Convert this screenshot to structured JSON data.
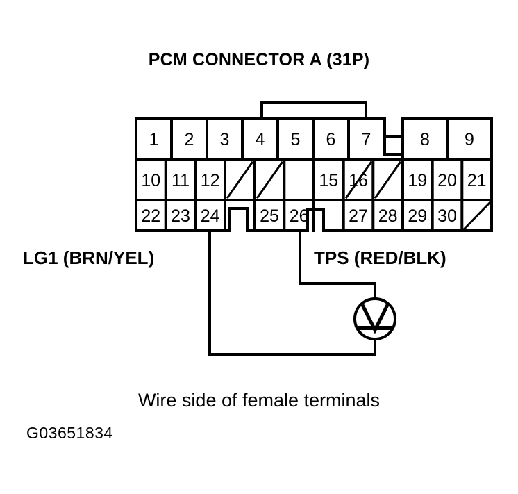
{
  "title": "PCM CONNECTOR A (31P)",
  "caption": "Wire side of female terminals",
  "figure_id": "G03651834",
  "colors": {
    "ink": "#000000",
    "background": "#ffffff"
  },
  "labels": {
    "left_wire": "LG1 (BRN/YEL)",
    "right_wire": "TPS (RED/BLK)"
  },
  "meter": {
    "symbol": "V",
    "name": "voltmeter"
  },
  "connector": {
    "name": "PCM Connector A",
    "pin_count": "31P",
    "rows": [
      {
        "row": 1,
        "cells": [
          {
            "label": "1",
            "type": "pin"
          },
          {
            "label": "2",
            "type": "pin"
          },
          {
            "label": "3",
            "type": "pin"
          },
          {
            "label": "4",
            "type": "pin"
          },
          {
            "label": "5",
            "type": "pin"
          },
          {
            "label": "6",
            "type": "pin"
          },
          {
            "label": "7",
            "type": "pin"
          },
          {
            "label": "",
            "type": "notch"
          },
          {
            "label": "8",
            "type": "pin"
          },
          {
            "label": "9",
            "type": "pin"
          }
        ]
      },
      {
        "row": 2,
        "cells": [
          {
            "label": "10",
            "type": "pin"
          },
          {
            "label": "11",
            "type": "pin"
          },
          {
            "label": "12",
            "type": "pin"
          },
          {
            "label": "",
            "type": "blank"
          },
          {
            "label": "",
            "type": "blank"
          },
          {
            "label": "15",
            "type": "pin"
          },
          {
            "label": "16",
            "type": "pin"
          },
          {
            "label": "",
            "type": "blank"
          },
          {
            "label": "",
            "type": "blank"
          },
          {
            "label": "19",
            "type": "pin"
          },
          {
            "label": "20",
            "type": "pin"
          },
          {
            "label": "21",
            "type": "pin"
          }
        ]
      },
      {
        "row": 3,
        "cells": [
          {
            "label": "22",
            "type": "pin"
          },
          {
            "label": "23",
            "type": "pin"
          },
          {
            "label": "24",
            "type": "pin"
          },
          {
            "label": "",
            "type": "notch"
          },
          {
            "label": "25",
            "type": "pin"
          },
          {
            "label": "26",
            "type": "pin"
          },
          {
            "label": "",
            "type": "notch"
          },
          {
            "label": "27",
            "type": "pin"
          },
          {
            "label": "28",
            "type": "pin"
          },
          {
            "label": "29",
            "type": "pin"
          },
          {
            "label": "30",
            "type": "pin"
          },
          {
            "label": "",
            "type": "blank"
          }
        ]
      }
    ]
  },
  "probes": [
    {
      "name": "lg1-probe",
      "pin": "24",
      "wire": "LG1 (BRN/YEL)"
    },
    {
      "name": "tps-probe",
      "pin": "26",
      "wire": "TPS (RED/BLK)"
    }
  ]
}
